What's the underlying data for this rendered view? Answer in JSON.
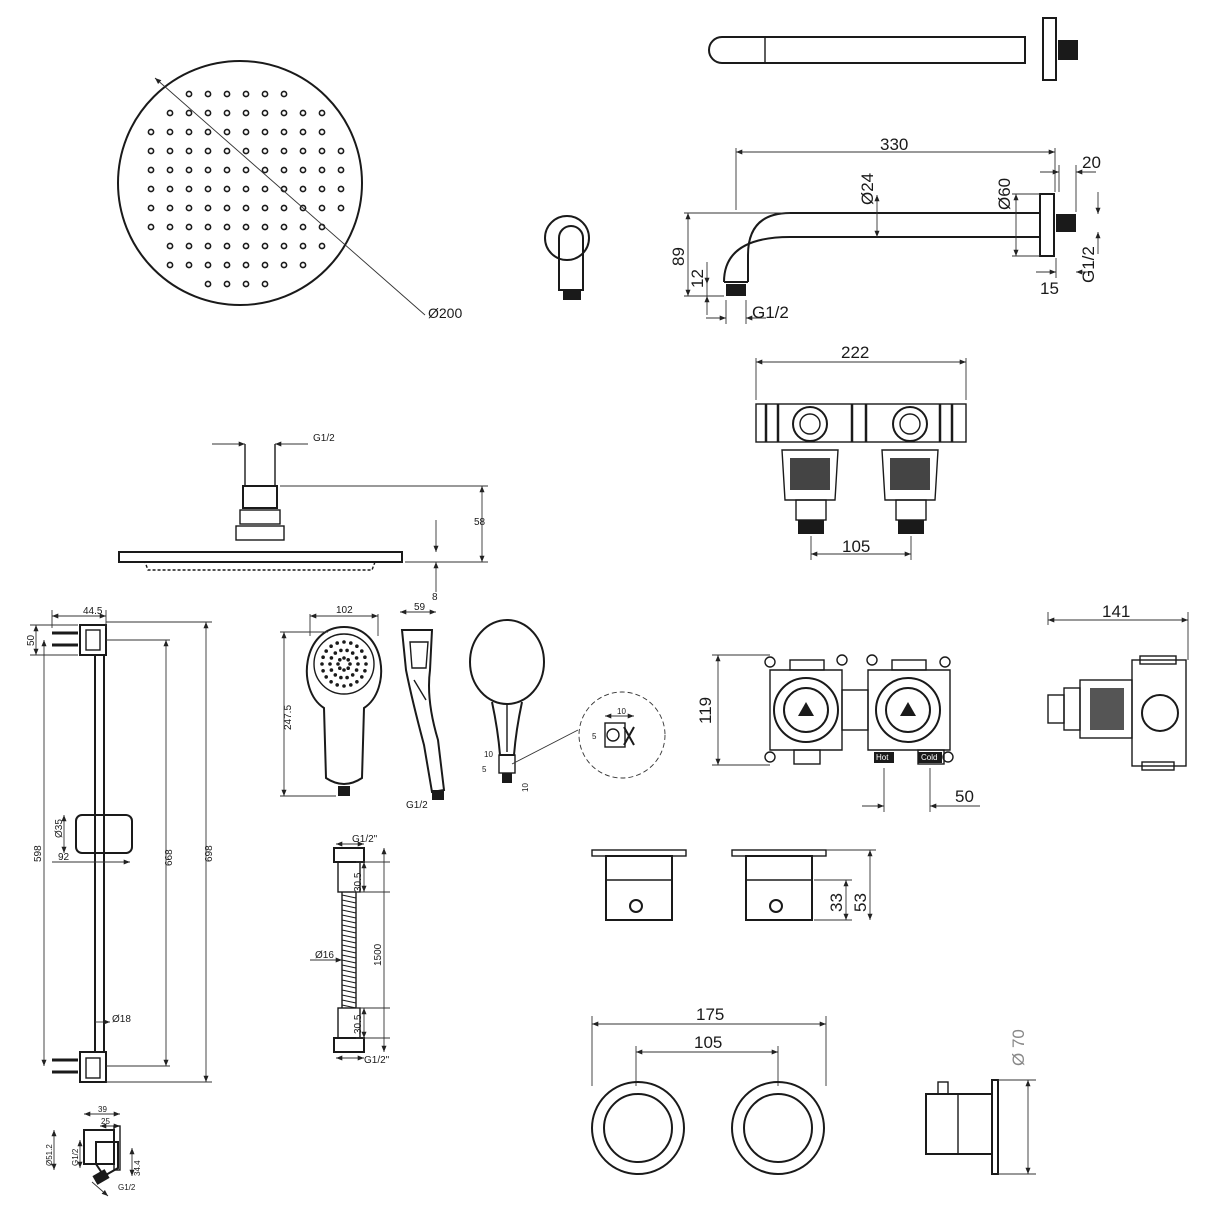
{
  "rain_head": {
    "diameter": "Ø200"
  },
  "arm": {
    "length": "330",
    "tube_dia": "Ø24",
    "flange_dia": "Ø60",
    "drop": "89",
    "tip": "12",
    "inlet": "G1/2",
    "flange_depth": "20",
    "thread_len": "15",
    "wall_thread": "G1/2"
  },
  "valve_top": {
    "width": "222",
    "centres": "105"
  },
  "head_side": {
    "inlet": "G1/2",
    "height": "58",
    "thickness": "8"
  },
  "rail": {
    "bracket": "44.5",
    "top": "50",
    "slider_dia": "Ø35",
    "slider_off": "92",
    "centres": "598",
    "height_inner": "668",
    "height_total": "698",
    "rod_dia": "Ø18"
  },
  "handset": {
    "width": "102",
    "depth": "59",
    "length": "247.5",
    "inlet": "G1/2"
  },
  "detail": {
    "d1": "10",
    "d2": "5",
    "d3": "10",
    "d4": "5",
    "d5": "10"
  },
  "valve_front": {
    "height": "119",
    "hot": "Hot",
    "cold": "Cold",
    "spacing": "50"
  },
  "diverter": {
    "width": "141"
  },
  "hose": {
    "end_top": "G1/2\"",
    "ferrule_top": "30.5",
    "length": "1500",
    "dia": "Ø16",
    "ferrule_bottom": "30.5",
    "end_bottom": "G1/2\""
  },
  "handles": {
    "h1": "33",
    "h2": "53"
  },
  "plates": {
    "width": "175",
    "centres": "105",
    "dia": "Ø 70"
  },
  "outlet": {
    "width": "39",
    "depth": "25",
    "dia": "Ø51.2",
    "thread": "G1/2",
    "height": "34.4",
    "inlet": "G1/2"
  }
}
